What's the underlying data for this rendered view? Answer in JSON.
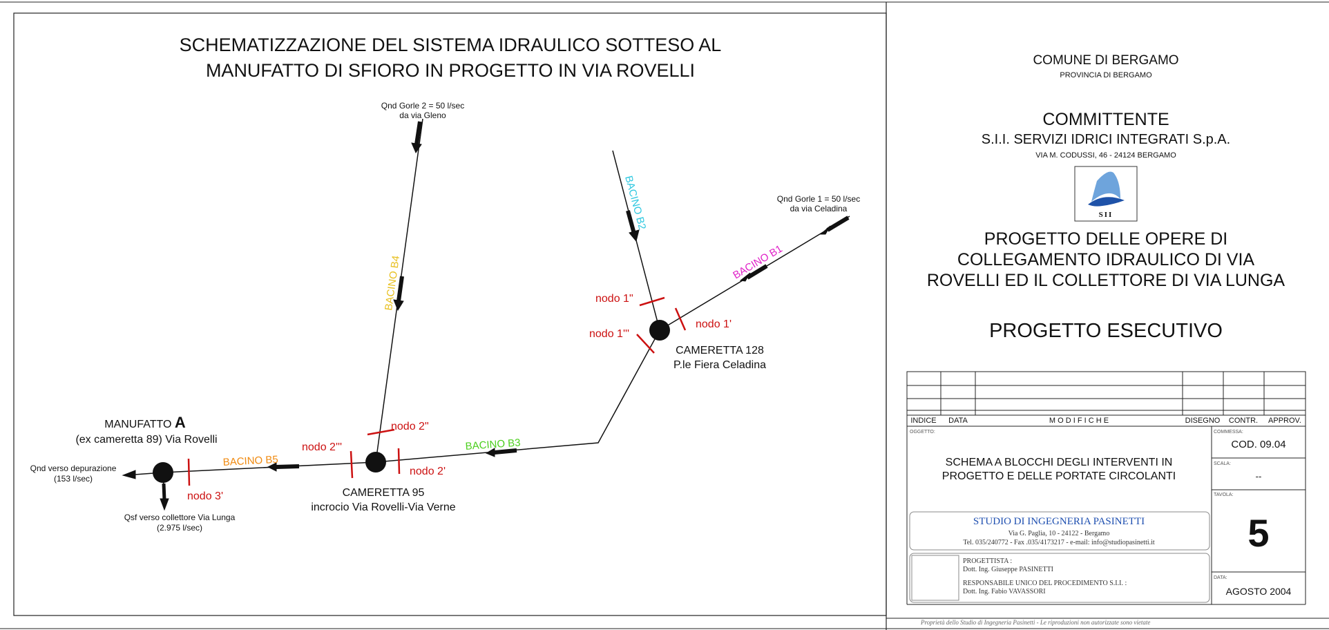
{
  "drawing": {
    "title_line1": "SCHEMATIZZAZIONE DEL SISTEMA IDRAULICO SOTTESO AL",
    "title_line2": "MANUFATTO DI SFIORO IN PROGETTO IN VIA ROVELLI",
    "inflows": {
      "gorle2_line1": "Qnd Gorle 2 = 50 l/sec",
      "gorle2_line2": "da via Gleno",
      "gorle1_line1": "Qnd Gorle 1 = 50 l/sec",
      "gorle1_line2": "da via Celadina"
    },
    "basins": {
      "b1": "BACINO B1",
      "b2": "BACINO B2",
      "b3": "BACINO B3",
      "b4": "BACINO B4",
      "b5": "BACINO B5"
    },
    "nodes": {
      "n1a": "nodo 1\"",
      "n1b": "nodo 1'",
      "n1c": "nodo 1'''",
      "n2a": "nodo 2\"",
      "n2b": "nodo 2'",
      "n2c": "nodo 2'''",
      "n3": "nodo 3'"
    },
    "chambers": {
      "c128_line1": "CAMERETTA 128",
      "c128_line2": "P.le Fiera Celadina",
      "c95_line1": "CAMERETTA 95",
      "c95_line2": "incrocio Via Rovelli-Via Verne",
      "manufatto_prefix": "MANUFATTO",
      "manufatto_letter": "A",
      "manufatto_line2": "(ex cameretta 89) Via Rovelli"
    },
    "outflows": {
      "dep_line1": "Qnd verso depurazione",
      "dep_line2": "(153 l/sec)",
      "sf_line1": "Qsf verso collettore Via Lunga",
      "sf_line2": "(2.975 l/sec)"
    },
    "colors": {
      "b1": "#e020c8",
      "b2": "#30c8e0",
      "b3": "#4ccf1e",
      "b4": "#e8c020",
      "b5": "#f08a10",
      "node": "#cc1111"
    }
  },
  "titleblock": {
    "comune": "COMUNE DI BERGAMO",
    "provincia": "PROVINCIA DI BERGAMO",
    "committente_label": "COMMITTENTE",
    "committente_name": "S.I.I. SERVIZI IDRICI INTEGRATI S.p.A.",
    "committente_address": "VIA M. CODUSSI, 46 - 24124 BERGAMO",
    "logo_text": "SII",
    "project_line1": "PROGETTO DELLE OPERE DI",
    "project_line2": "COLLEGAMENTO IDRAULICO DI VIA",
    "project_line3": "ROVELLI ED IL COLLETTORE DI VIA LUNGA",
    "phase": "PROGETTO ESECUTIVO",
    "revision_headers": {
      "indice": "INDICE",
      "data": "DATA",
      "modifiche": "M O D I F I C H E",
      "disegno": "DISEGNO",
      "contr": "CONTR.",
      "approv": "APPROV."
    },
    "oggetto_label": "OGGETTO:",
    "oggetto_line1": "SCHEMA A BLOCCHI DEGLI INTERVENTI IN",
    "oggetto_line2": "PROGETTO E DELLE PORTATE CIRCOLANTI",
    "commessa_label": "COMMESSA:",
    "commessa_value": "COD. 09.04",
    "scala_label": "SCALA:",
    "scala_value": "--",
    "tavola_label": "TAVOLA:",
    "tavola_value": "5",
    "data_label": "DATA:",
    "data_value": "AGOSTO 2004",
    "studio_name": "STUDIO DI INGEGNERIA PASINETTI",
    "studio_address": "Via G. Paglia, 10 - 24122 - Bergamo",
    "studio_contacts": "Tel. 035/240772 - Fax .035/4173217  - e-mail: info@studiopasinetti.it",
    "progettista_label": "PROGETTISTA :",
    "progettista_name": "Dott. Ing. Giuseppe PASINETTI",
    "rup_label": "RESPONSABILE UNICO DEL PROCEDIMENTO S.I.I. :",
    "rup_name": "Dott. Ing. Fabio VAVASSORI",
    "footer_note": "Proprietà dello Studio di Ingegneria Pasinetti - Le riproduzioni non autorizzate sono vietate"
  }
}
